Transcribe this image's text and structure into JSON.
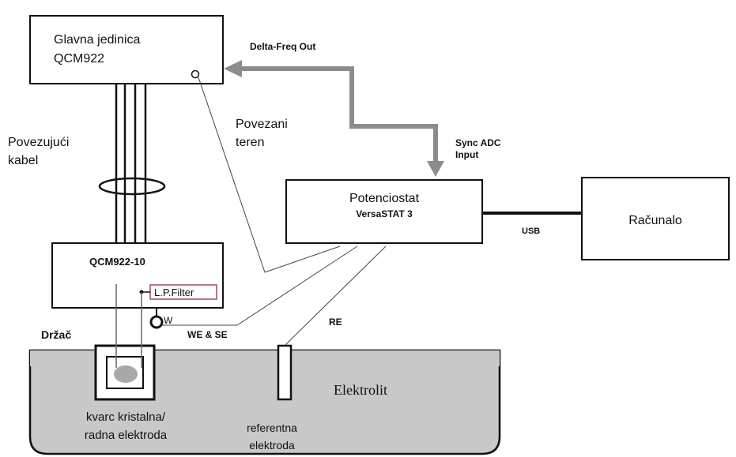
{
  "main_unit": {
    "line1": "Glavna jedinica",
    "line2": "QCM922"
  },
  "delta_freq_label": "Delta-Freq Out",
  "ground_label": {
    "line1": "Povezani",
    "line2": "teren"
  },
  "cable_label": {
    "line1": "Povezujući",
    "line2": "kabel"
  },
  "sync_label": {
    "line1": "Sync ADC",
    "line2": "Input"
  },
  "potentiostat": {
    "line1": "Potenciostat",
    "line2": "VersaSTAT 3"
  },
  "usb_label": "USB",
  "computer_label": "Računalo",
  "head_unit_label": "QCM922-10",
  "filter_label": "L.P.Filter",
  "w_label": "W",
  "holder_label": "Držač",
  "we_se_label": "WE & SE",
  "re_label": "RE",
  "electrolyte_label": "Elektrolit",
  "crystal_label": {
    "line1": "kvarc kristalna/",
    "line2": "radna elektroda"
  },
  "reference_label": {
    "line1": "referentna",
    "line2": "elektroda"
  },
  "colors": {
    "arrow": "#8c8c8c",
    "electrolyte": "#c8c8c8",
    "filter_border": "#9a4a55"
  }
}
